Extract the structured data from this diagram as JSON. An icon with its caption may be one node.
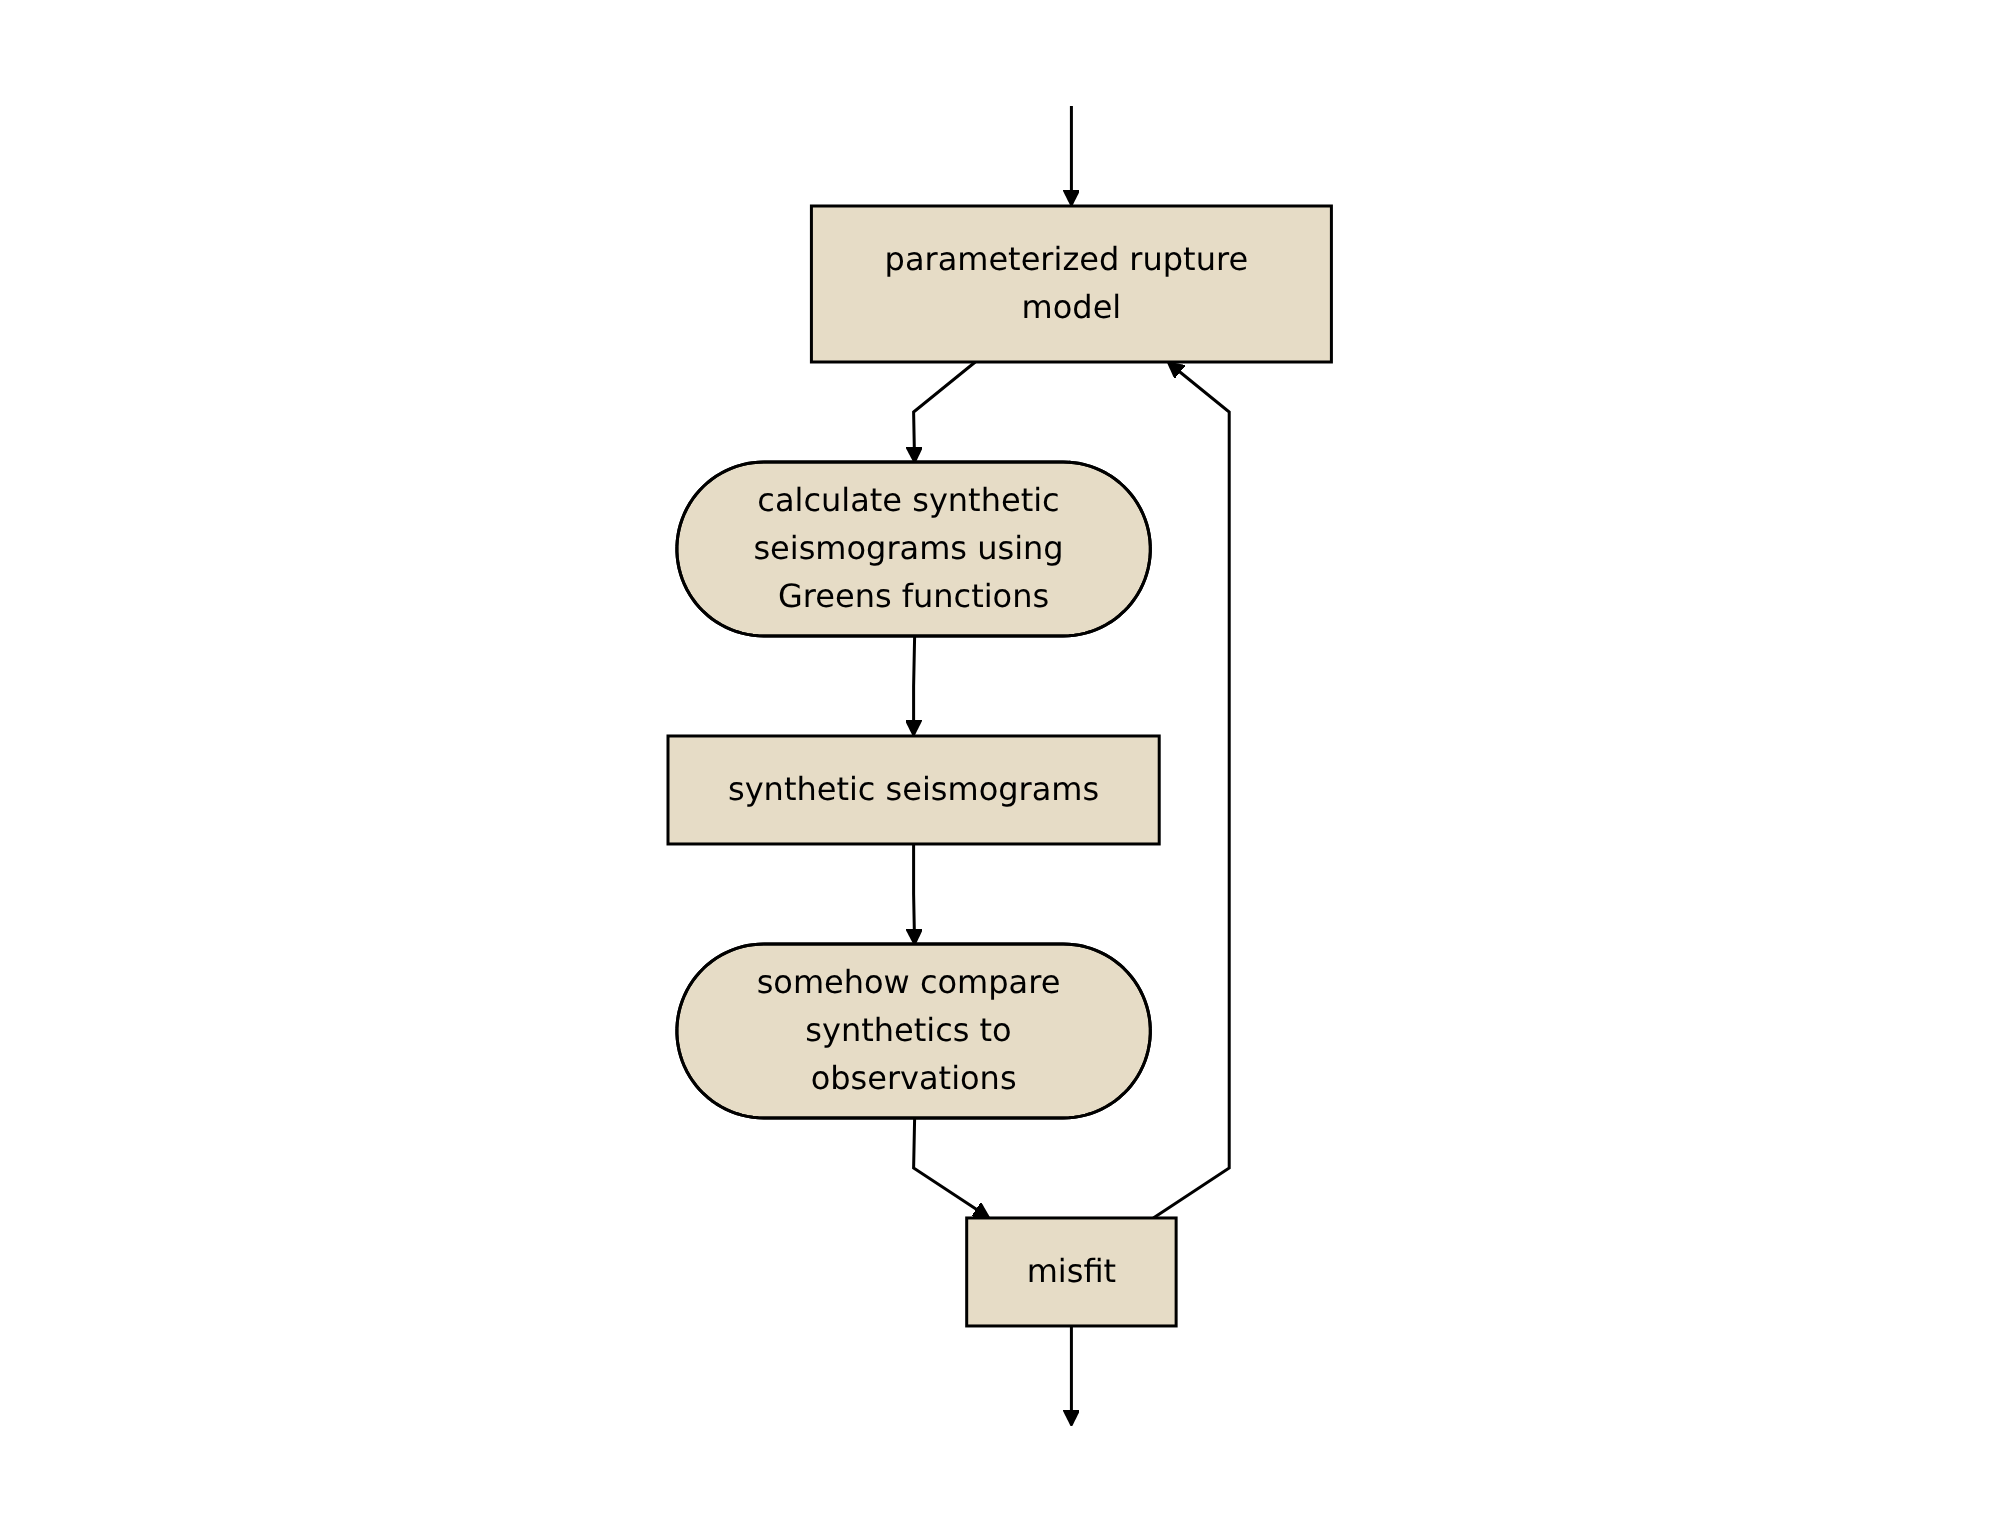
{
  "diagram": {
    "nodes": [
      {
        "text": [
          "parameterized rupture model"
        ]
      },
      {
        "text": [
          "calculate synthetic seismograms using Greens functions"
        ]
      },
      {
        "text": [
          "synthetic seismograms"
        ]
      },
      {
        "text": [
          "somehow compare synthetics to observations"
        ]
      },
      {
        "text": [
          "misfit"
        ]
      }
    ],
    "edges": [
      {
        "from": null,
        "to": 0,
        "arrow": "to"
      },
      {
        "from": 0,
        "to": 1,
        "arrow": "to"
      },
      {
        "from": 1,
        "to": 2,
        "arrow": "to"
      },
      {
        "from": 2,
        "to": 3,
        "arrow": "to"
      },
      {
        "from": 3,
        "to": 4,
        "arrow": "to"
      },
      {
        "from": 4,
        "to": 0,
        "arrow": "to"
      },
      {
        "from": 4,
        "to": null,
        "arrow": "to"
      }
    ]
  }
}
